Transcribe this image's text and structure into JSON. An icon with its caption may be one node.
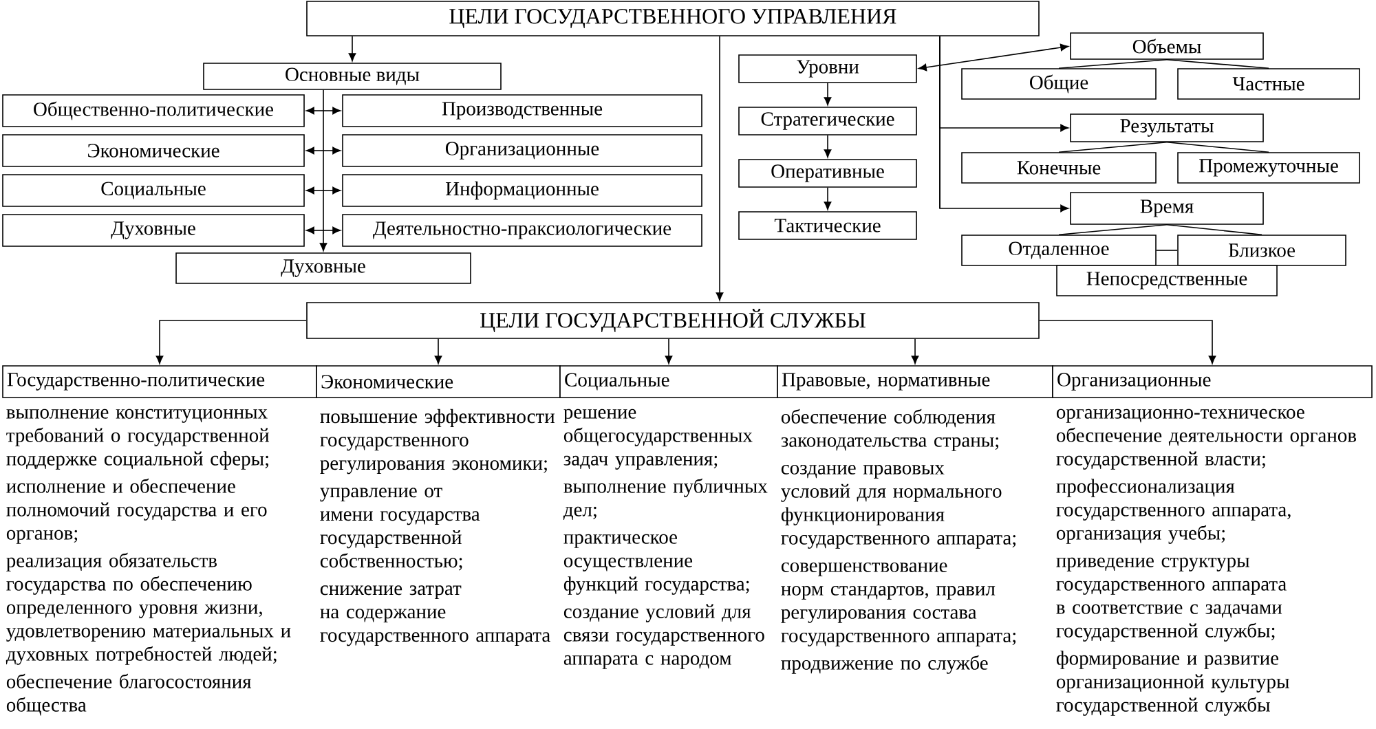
{
  "diagram": {
    "nodes": [
      {
        "text": [
          "ЦЕЛИ ГОСУДАРСТВЕННОГО УПРАВЛЕНИЯ"
        ]
      },
      {
        "text": [
          "Основные виды"
        ]
      },
      {
        "text": [
          "Общественно-политические"
        ]
      },
      {
        "text": [
          "Производственные"
        ]
      },
      {
        "text": [
          "Экономические"
        ]
      },
      {
        "text": [
          "Организационные"
        ]
      },
      {
        "text": [
          "Социальные"
        ]
      },
      {
        "text": [
          "Информационные"
        ]
      },
      {
        "text": [
          "Духовные"
        ]
      },
      {
        "text": [
          "Деятельностно-праксиологические"
        ]
      },
      {
        "text": [
          "Духовные"
        ]
      },
      {
        "text": [
          "Уровни"
        ]
      },
      {
        "text": [
          "Стратегические"
        ]
      },
      {
        "text": [
          "Оперативные"
        ]
      },
      {
        "text": [
          "Тактические"
        ]
      },
      {
        "text": [
          "Объемы"
        ]
      },
      {
        "text": [
          "Общие"
        ]
      },
      {
        "text": [
          "Частные"
        ]
      },
      {
        "text": [
          "Результаты"
        ]
      },
      {
        "text": [
          "Конечные"
        ]
      },
      {
        "text": [
          "Промежуточные"
        ]
      },
      {
        "text": [
          "Время"
        ]
      },
      {
        "text": [
          "Отдаленное"
        ]
      },
      {
        "text": [
          "Близкое"
        ]
      },
      {
        "text": [
          "Непосредственные"
        ]
      },
      {
        "text": [
          "ЦЕЛИ ГОСУДАРСТВЕННОЙ СЛУЖБЫ"
        ]
      },
      {
        "text": [
          "Государственно-политические"
        ],
        "beside": [
          "выполнение конституционных требований о государственной поддержке социальной сферы;",
          "исполнение и обеспечение полномочий государства и его органов;",
          "реализация обязательств государства по обеспечению определенного уровня жизни, удовлетворению материальных и духовных потребностей людей;",
          "обеспечение благосостояния общества"
        ]
      },
      {
        "text": [
          "Экономические"
        ],
        "beside": [
          "повышение эффективности государственного регулирования экономики;",
          "управление от имени государства государственной собственностью;",
          "снижение затрат на содержание государственного аппарата"
        ]
      },
      {
        "text": [
          "Социальные"
        ],
        "beside": [
          "решение общегосударственных задач управления;",
          "выполнение публичных дел;",
          "практическое осуществление функций государства;",
          "создание условий для связи государственного аппарата с народом"
        ]
      },
      {
        "text": [
          "Правовые, нормативные"
        ],
        "beside": [
          "обеспечение соблюдения законодательства страны;",
          "создание правовых условий для нормального функционирования государственного аппарата;",
          "совершенствование норм стандартов, правил регулирования состава государственного аппарата;",
          "продвижение по службе"
        ]
      },
      {
        "text": [
          "Организационные"
        ],
        "beside": [
          "организационно-техническое обеспечение деятельности органов государственной власти;",
          "профессионализация государственного аппарата, организация учебы;",
          "приведение структуры государственного аппарата в соответствие с задачами государственной службы;",
          "формирование и развитие организационной культуры государственной службы"
        ]
      }
    ],
    "edges": [
      {
        "from": 0,
        "to": 1,
        "arrow": "to"
      },
      {
        "from": 1,
        "to": 10,
        "arrow": "to"
      },
      {
        "from": 2,
        "to": 3,
        "arrow": "both"
      },
      {
        "from": 4,
        "to": 5,
        "arrow": "both"
      },
      {
        "from": 6,
        "to": 7,
        "arrow": "both"
      },
      {
        "from": 8,
        "to": 9,
        "arrow": "both"
      },
      {
        "from": 0,
        "to": 25,
        "arrow": "to"
      },
      {
        "from": 11,
        "to": 12,
        "arrow": "to"
      },
      {
        "from": 12,
        "to": 13,
        "arrow": "to"
      },
      {
        "from": 13,
        "to": 14,
        "arrow": "to"
      },
      {
        "from": 11,
        "to": 15,
        "arrow": "both"
      },
      {
        "from": 0,
        "to": 18,
        "arrow": "to"
      },
      {
        "from": 0,
        "to": 21,
        "arrow": "to"
      },
      {
        "from": 15,
        "to": 16,
        "arrow": "none"
      },
      {
        "from": 15,
        "to": 17,
        "arrow": "none"
      },
      {
        "from": 18,
        "to": 19,
        "arrow": "none"
      },
      {
        "from": 18,
        "to": 20,
        "arrow": "none"
      },
      {
        "from": 21,
        "to": 22,
        "arrow": "none"
      },
      {
        "from": 21,
        "to": 23,
        "arrow": "none"
      },
      {
        "from": 22,
        "to": 23,
        "arrow": "none"
      },
      {
        "from": 25,
        "to": 26,
        "arrow": "to"
      },
      {
        "from": 25,
        "to": 27,
        "arrow": "to"
      },
      {
        "from": 25,
        "to": 28,
        "arrow": "to"
      },
      {
        "from": 25,
        "to": 29,
        "arrow": "to"
      },
      {
        "from": 25,
        "to": 30,
        "arrow": "to"
      }
    ]
  }
}
